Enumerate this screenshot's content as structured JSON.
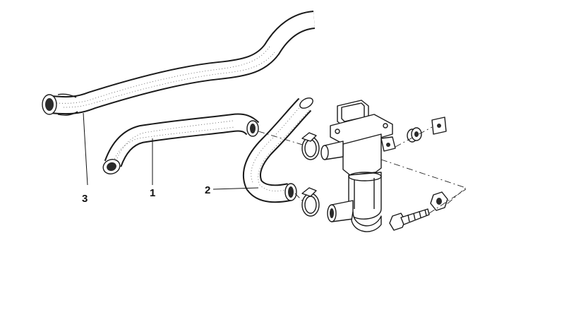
{
  "callouts": [
    {
      "id": "3",
      "label": "3"
    },
    {
      "id": "1",
      "label": "1"
    },
    {
      "id": "2",
      "label": "2"
    }
  ],
  "icons": {
    "hose_3": "hose-3-icon",
    "hose_1": "hose-1-icon",
    "hose_2": "hose-2-icon",
    "valve": "idle-air-control-valve-icon",
    "clamp_upper": "hose-clamp-upper-icon",
    "clamp_lower": "hose-clamp-lower-icon",
    "bolt": "bolt-icon",
    "nut": "nut-icon",
    "grommet": "grommet-icon",
    "clip": "clip-nut-icon"
  }
}
